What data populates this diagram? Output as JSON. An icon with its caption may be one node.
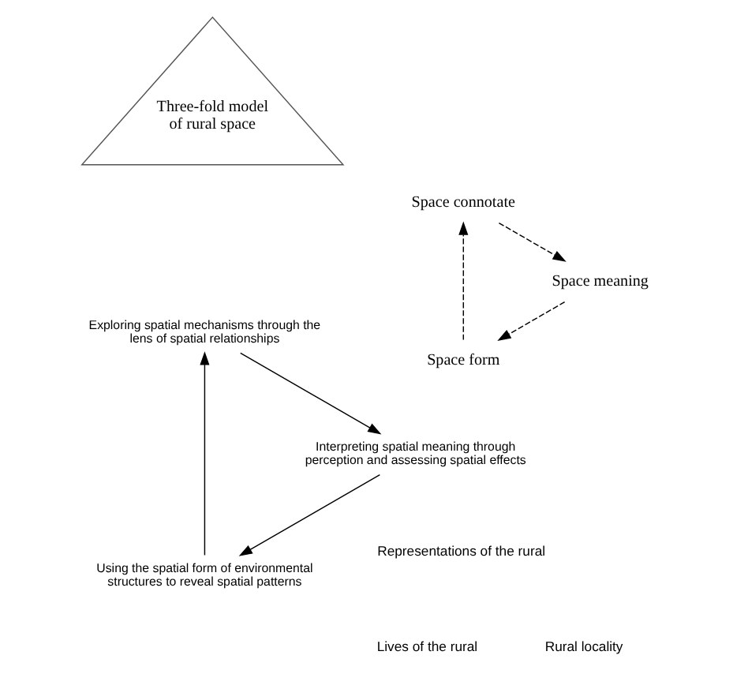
{
  "diagram": {
    "nodes": [
      {
        "text": [
          "Three-fold model of rural space"
        ]
      },
      {
        "text": [
          "Space form"
        ]
      },
      {
        "text": [
          "Space connotate"
        ]
      },
      {
        "text": [
          "Space meaning"
        ]
      },
      {
        "text": [
          "Using the spatial form of environmental structures to reveal spatial patterns"
        ]
      },
      {
        "text": [
          "Exploring spatial mechanisms through the lens of spatial relationships"
        ]
      },
      {
        "text": [
          "Interpreting spatial meaning through perception and assessing spatial effects"
        ]
      }
    ],
    "edges": [
      {
        "from": 1,
        "to": 2,
        "arrow": "to",
        "style": "dashed"
      },
      {
        "from": 2,
        "to": 3,
        "arrow": "to",
        "style": "dashed"
      },
      {
        "from": 3,
        "to": 1,
        "arrow": "to",
        "style": "dashed"
      },
      {
        "from": 4,
        "to": 5,
        "arrow": "to"
      },
      {
        "from": 5,
        "to": 6,
        "arrow": "to"
      },
      {
        "from": 6,
        "to": 4,
        "arrow": "to"
      }
    ],
    "labels": [
      "Rural locality",
      "Representations of the rural",
      "Lives of the rural"
    ]
  }
}
